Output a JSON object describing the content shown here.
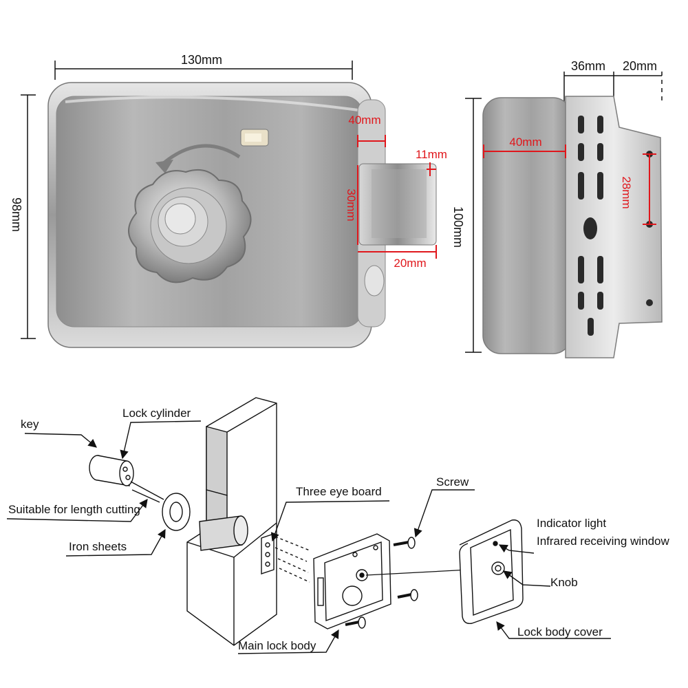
{
  "dimensions": {
    "front_width": "130mm",
    "front_height": "98mm",
    "bolt_offset_top": "40mm",
    "bolt_thickness": "11mm",
    "bolt_height": "30mm",
    "bolt_extension": "20mm",
    "side_height": "100mm",
    "side_depth": "36mm",
    "plate_width": "20mm",
    "side_offset": "40mm",
    "hole_spacing": "28mm"
  },
  "callouts": {
    "key": "key",
    "lock_cylinder": "Lock cylinder",
    "length_cutting": "Suitable for length cutting",
    "iron_sheets": "Iron sheets",
    "three_eye_board": "Three eye board",
    "screw": "Screw",
    "indicator_light": "Indicator light",
    "infrared_window": "Infrared receiving window",
    "knob": "Knob",
    "main_lock_body": "Main lock body",
    "lock_body_cover": "Lock body cover"
  },
  "colors": {
    "steel": "#9c9c9c",
    "steel_dark": "#6e6e6e",
    "measure_red": "#e0161b",
    "line": "#111111"
  }
}
